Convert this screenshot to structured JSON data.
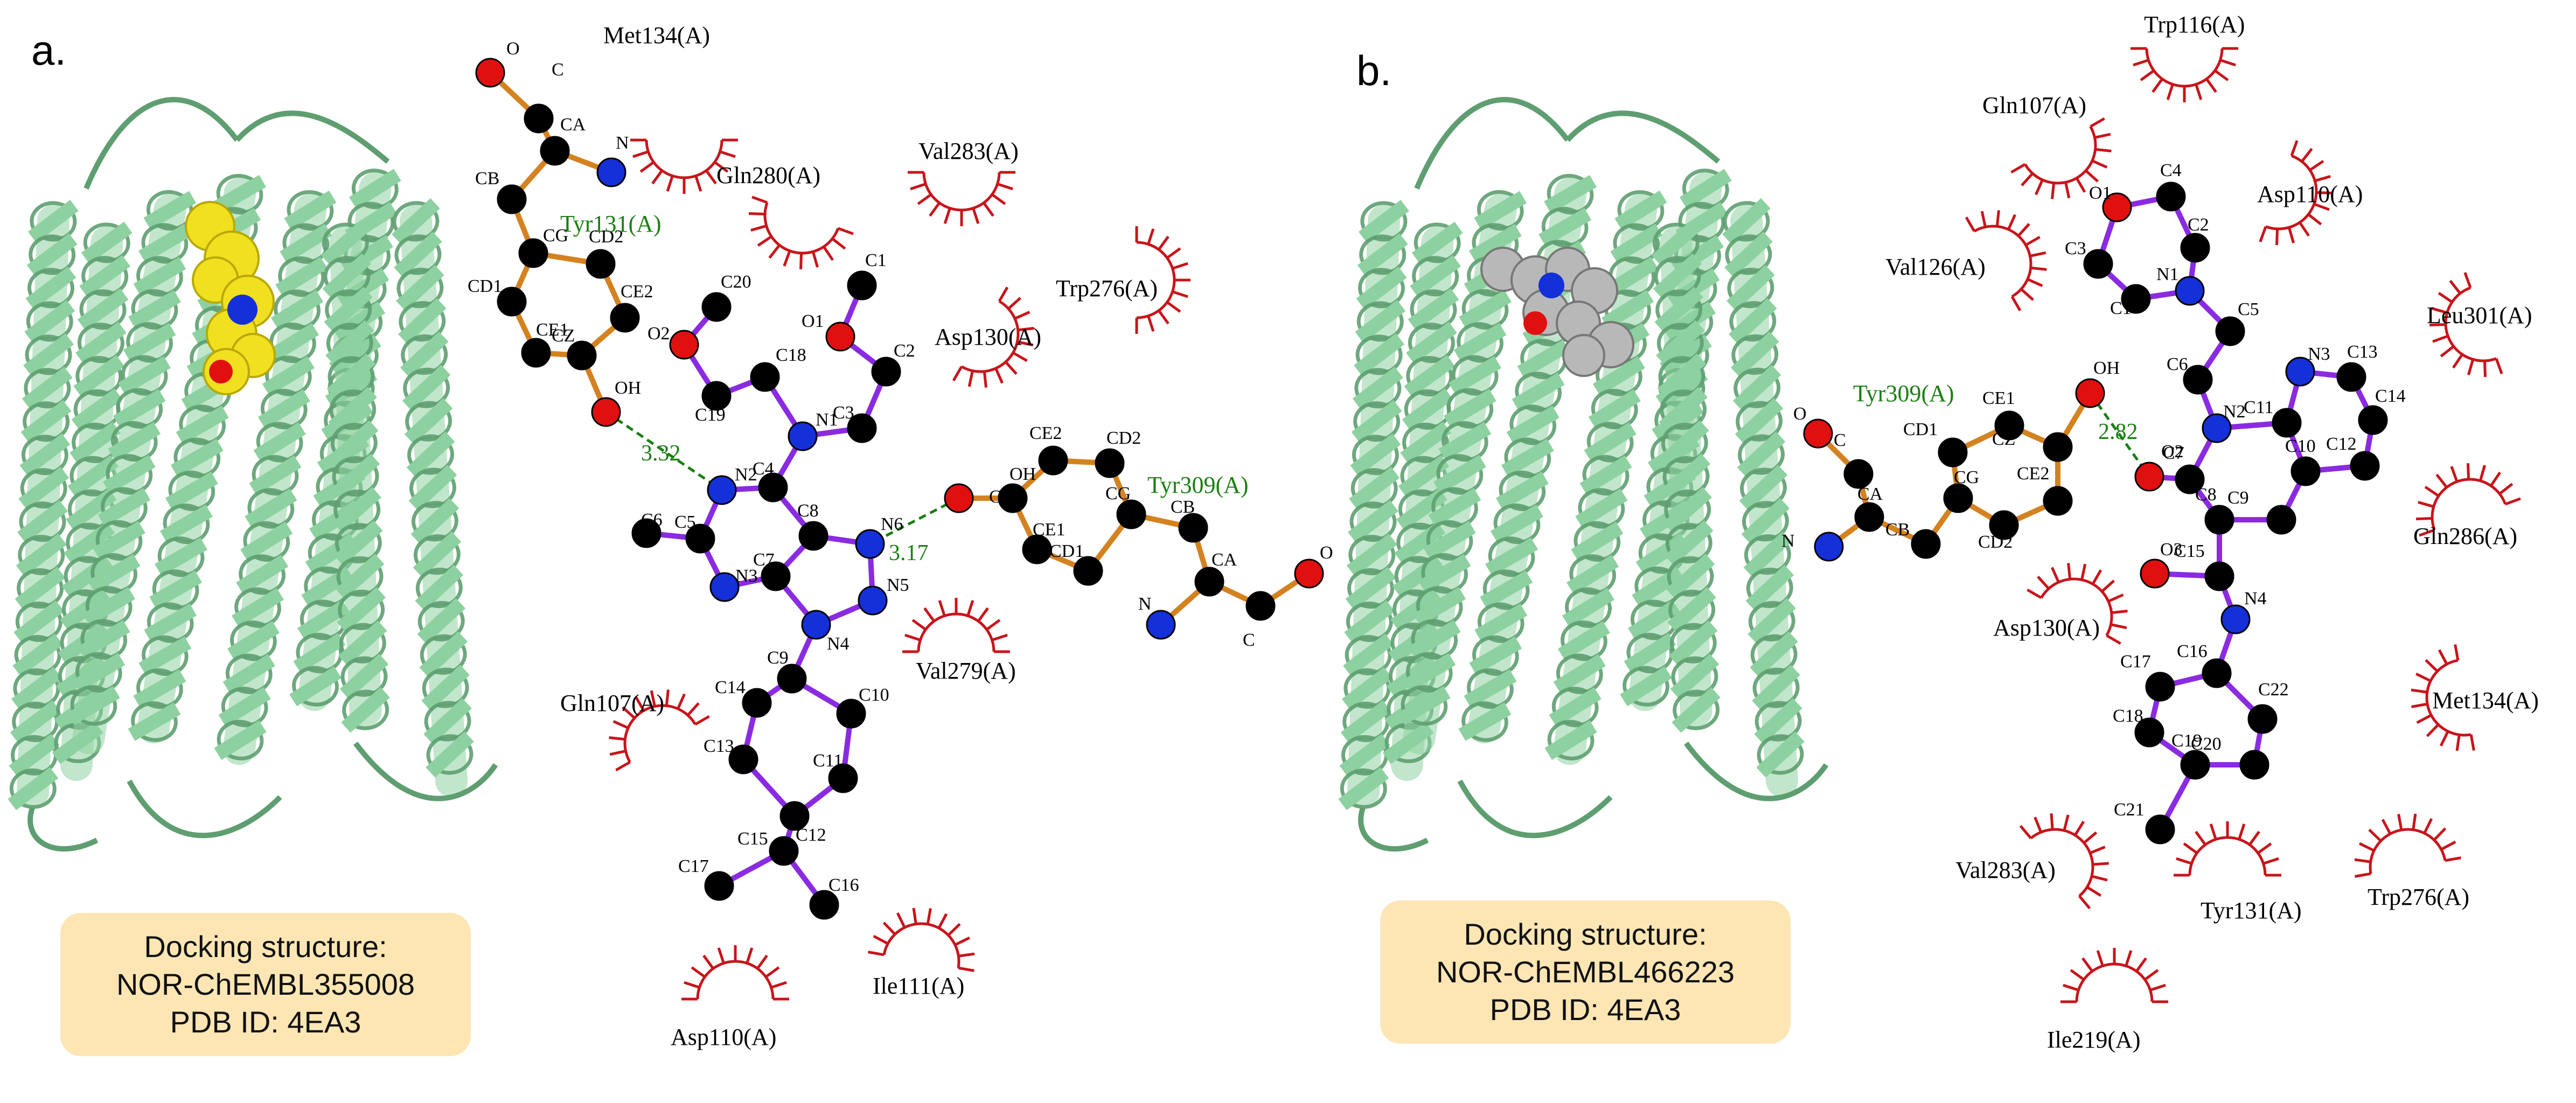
{
  "colors": {
    "protein": "#8ed1a0",
    "protein_dark": "#5e9e70",
    "bond_ligand": "#8a2be2",
    "bond_residue": "#d4821f",
    "atom_carbon": "#000000",
    "atom_nitrogen": "#1430d8",
    "atom_oxygen": "#e01010",
    "hbond": "#1a7f12",
    "hydrophobic_arc": "#c8141a",
    "box_fill": "#fde6b4",
    "ligand_a": "#f0e020",
    "ligand_b": "#b8b8b8"
  },
  "panel_a": {
    "letter": "a.",
    "box": {
      "line1": "Docking structure:",
      "line2": "NOR-ChEMBL355008",
      "line3": "PDB ID: 4EA3"
    },
    "hbond_residues": [
      "Tyr131(A)",
      "Tyr309(A)"
    ],
    "hbond_distances": [
      "3.32",
      "3.17"
    ],
    "hydrophobic_residues": [
      "Met134(A)",
      "Gln280(A)",
      "Val283(A)",
      "Trp276(A)",
      "Asp130(A)",
      "Val279(A)",
      "Gln107(A)",
      "Ile111(A)",
      "Asp110(A)"
    ],
    "ligand_atom_labels": [
      "C1",
      "O1",
      "C2",
      "C3",
      "N1",
      "C20",
      "O2",
      "C18",
      "C19",
      "C4",
      "N2",
      "C5",
      "C6",
      "N3",
      "C7",
      "C8",
      "N6",
      "N5",
      "N4",
      "C9",
      "C10",
      "C14",
      "C13",
      "C11",
      "C12",
      "C15",
      "C17",
      "C16"
    ],
    "residue_atom_labels": [
      "O",
      "C",
      "CA",
      "N",
      "CB",
      "CG",
      "CD2",
      "CD1",
      "CE2",
      "CE1",
      "CZ",
      "OH",
      "OH",
      "CZ",
      "CE2",
      "CD2",
      "CG",
      "CB",
      "CE1",
      "CD1",
      "CA",
      "N",
      "C",
      "O"
    ]
  },
  "panel_b": {
    "letter": "b.",
    "box": {
      "line1": "Docking structure:",
      "line2": "NOR-ChEMBL466223",
      "line3": "PDB ID: 4EA3"
    },
    "hbond_residues": [
      "Tyr309(A)"
    ],
    "hbond_distances": [
      "2.82"
    ],
    "hydrophobic_residues": [
      "Trp116(A)",
      "Gln107(A)",
      "Asp110(A)",
      "Val126(A)",
      "Leu301(A)",
      "Gln286(A)",
      "Asp130(A)",
      "Met134(A)",
      "Val283(A)",
      "Tyr131(A)",
      "Trp276(A)",
      "Ile219(A)"
    ],
    "ligand_atom_labels": [
      "O1",
      "C4",
      "C2",
      "C3",
      "N1",
      "C1",
      "C5",
      "C6",
      "N3",
      "C13",
      "N2",
      "C11",
      "C14",
      "O2",
      "C7",
      "C10",
      "C12",
      "C8",
      "C9",
      "O3",
      "C15",
      "N4",
      "C16",
      "C17",
      "C22",
      "C18",
      "C19",
      "C20",
      "C21"
    ],
    "residue_atom_labels": [
      "O",
      "C",
      "CA",
      "N",
      "CB",
      "CD1",
      "CE1",
      "CG",
      "CZ",
      "OH",
      "CE2",
      "CD2"
    ]
  }
}
